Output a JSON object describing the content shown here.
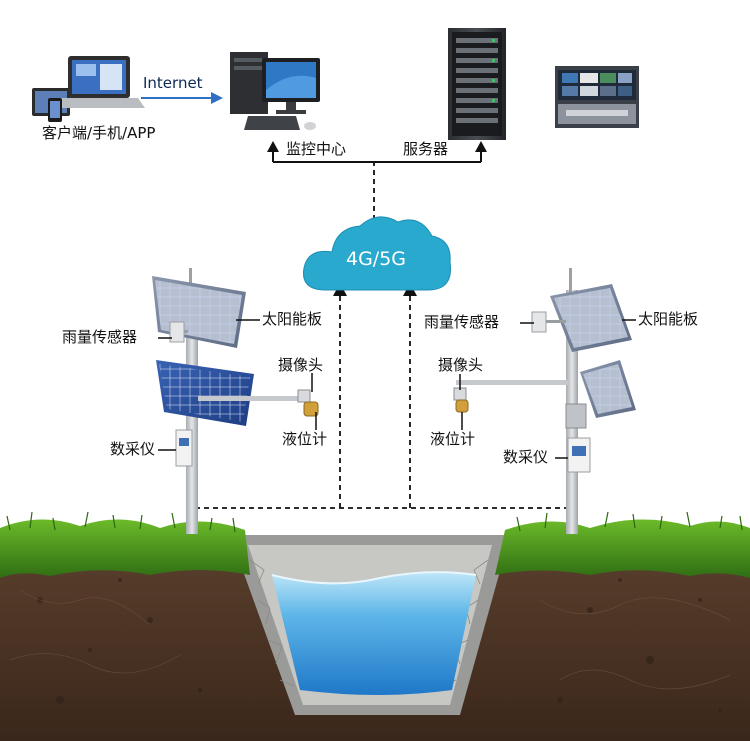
{
  "top": {
    "client_label": "客户端/手机/APP",
    "internet_label": "Internet",
    "monitor_label": "监控中心",
    "server_label": "服务器"
  },
  "network": {
    "cloud_label": "4G/5G"
  },
  "left_station": {
    "solar_label": "太阳能板",
    "rain_label": "雨量传感器",
    "camera_label": "摄像头",
    "level_label": "液位计",
    "logger_label": "数采仪"
  },
  "right_station": {
    "solar_label": "太阳能板",
    "rain_label": "雨量传感器",
    "camera_label": "摄像头",
    "level_label": "液位计",
    "logger_label": "数采仪"
  },
  "colors": {
    "cloud": "#2aa9cf",
    "grass": "#3f8a1c",
    "soil": "#4a3325",
    "water": "#2f86cf",
    "solar_panel": "#2d4e9a",
    "pole": "#c9ccd0",
    "arrow_blue": "#2f6fc4"
  }
}
